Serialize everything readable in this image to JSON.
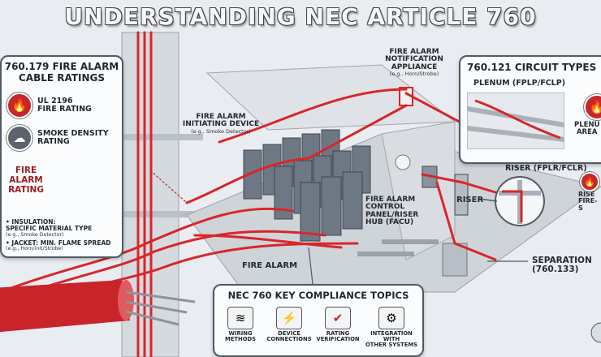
{
  "title": "UNDERSTANDING NEC ARTICLE 760",
  "ratings_panel": {
    "title_line1": "760.179 FIRE ALARM",
    "title_line2": "CABLE RATINGS",
    "items": [
      {
        "label_line1": "UL 2196",
        "label_line2": "FIRE RATING",
        "icon": "flame-icon"
      },
      {
        "label_line1": "SMOKE DENSITY",
        "label_line2": "RATING",
        "icon": "smoke-icon"
      }
    ],
    "fire_alarm_rating_line1": "FIRE",
    "fire_alarm_rating_line2": "ALARM",
    "fire_alarm_rating_line3": "RATING",
    "bullets": [
      {
        "main_line1": "• INSULATION:",
        "main_line2": "SPECIFIC MATERIAL TYPE",
        "sub": "(e.g., Smoke Detector)"
      },
      {
        "main_line1": "• JACKET: MIN. FLAME SPREAD",
        "main_line2": "",
        "sub": "(e.g., Horn/init/Strobe)"
      }
    ]
  },
  "callouts": {
    "notification_line1": "FIRE ALARM",
    "notification_line2": "NOTIFICATION",
    "notification_line3": "APPLIANCE",
    "notification_sub": "(e.g., Horn/Strobe)",
    "initiating_line1": "FIRE ALARM",
    "initiating_line2": "INITIATING DEVICE",
    "initiating_sub": "(e.g., Smoke Detector)",
    "facu_line1": "FIRE ALARM",
    "facu_line2": "CONTROL",
    "facu_line3": "PANEL/RISER",
    "facu_line4": "HUB (FACU)",
    "riser": "RISER",
    "fire_alarm": "FIRE ALARM",
    "separation_line1": "SEPARATION",
    "separation_line2": "(760.133)"
  },
  "circuit_panel": {
    "title": "760.121 CIRCUIT TYPES",
    "plenum": "PLENUM (FPLP/FCLP)",
    "plenum_area_line1": "PLENU",
    "plenum_area_line2": "AREA",
    "riser": "RISER (FPLR/FCLR)",
    "riser_fire_line1": "RISE",
    "riser_fire_line2": "FIRE-S"
  },
  "compliance_panel": {
    "title": "NEC 760 KEY COMPLIANCE TOPICS",
    "topics": [
      {
        "line1": "WIRING",
        "line2": "METHODS",
        "icon": "wiring-icon"
      },
      {
        "line1": "DEVICE",
        "line2": "CONNECTIONS",
        "icon": "plug-icon"
      },
      {
        "line1": "RATING",
        "line2": "VERIFICATION",
        "icon": "checklist-icon"
      },
      {
        "line1": "INTEGRATION WITH",
        "line2": "OTHER SYSTEMS",
        "icon": "gear-network-icon"
      }
    ]
  },
  "colors": {
    "cable_red": "#d8262b",
    "panel_border": "#4f5a66",
    "rack_gray": "#6e7884",
    "floor": "#c9ced4"
  }
}
